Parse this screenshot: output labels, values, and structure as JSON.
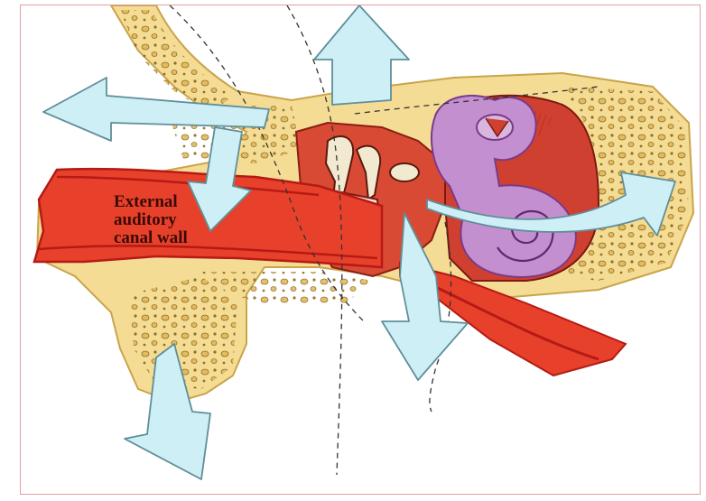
{
  "figure": {
    "label_lines": [
      "External",
      "auditory",
      "canal wall"
    ]
  },
  "colors": {
    "bone": "#f5dc95",
    "bone_outline": "#c9a44a",
    "air_cell": "#e6c06a",
    "canal": "#e8412b",
    "canal_dark": "#b51a14",
    "middle_ear": "#d94a34",
    "labyrinth": "#c48fcf",
    "arrow_fill": "#cdeff5",
    "arrow_stroke": "#5f8f99"
  }
}
